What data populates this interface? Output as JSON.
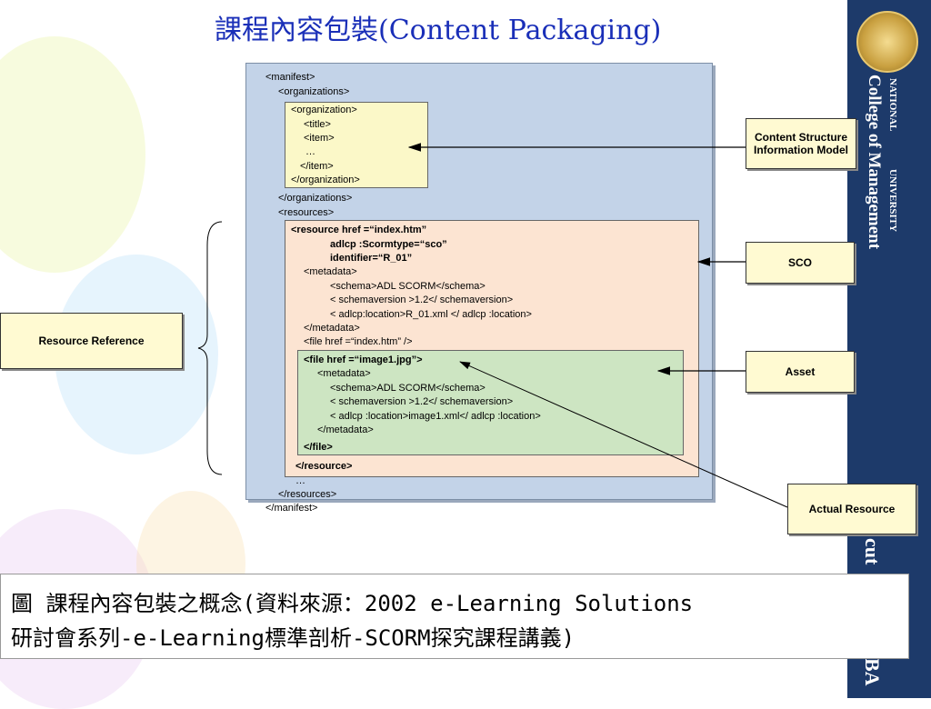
{
  "title": "課程內容包裝(Content Packaging)",
  "sidebar": {
    "line1": "NATIONAL",
    "line2": "College of Management",
    "line3": "UNIVERSITY",
    "bottom1": "cut",
    "bottom2": "BA"
  },
  "manifest": {
    "open": "<manifest>",
    "orgs_open": "<organizations>",
    "org": [
      "<organization>",
      "<title>",
      "<item>",
      "…",
      "</item>",
      "</organization>"
    ],
    "orgs_close": "</organizations>",
    "res_open": "<resources>",
    "resource": {
      "l1": "<resource    href =“index.htm”",
      "l2": "adlcp  :Scormtype=“sco”",
      "l3": "identifier=“R_01”",
      "l4": "<metadata>",
      "l5": "<schema>ADL SCORM</schema>",
      "l6": "< schemaversion  >1.2</   schemaversion>",
      "l7": "< adlcp:location>R_01.xml   </ adlcp :location>",
      "l8": "</metadata>",
      "l9": "<file   href =“index.htm”   />"
    },
    "file": {
      "l1": "<file   href =“image1.jpg”>",
      "l2": "<metadata>",
      "l3": "<schema>ADL SCORM</schema>",
      "l4": "< schemaversion >1.2</ schemaversion>",
      "l5": "< adlcp  :location>image1.xml</ adlcp  :location>",
      "l6": "</metadata>",
      "l7": "</file>"
    },
    "res_close_item": "</resource>",
    "ellipsis": "…",
    "res_close": "</resources>",
    "close": "</manifest>"
  },
  "callouts": {
    "content_structure": "Content Structure\nInformation Model",
    "sco": "SCO",
    "asset": "Asset",
    "actual_resource": "Actual Resource",
    "resource_reference": "Resource Reference"
  },
  "caption": {
    "line1": "圖 課程內容包裝之概念(資料來源：2002 e-Learning Solutions",
    "line2": "研討會系列-e-Learning標準剖析-SCORM探究課程講義)"
  }
}
